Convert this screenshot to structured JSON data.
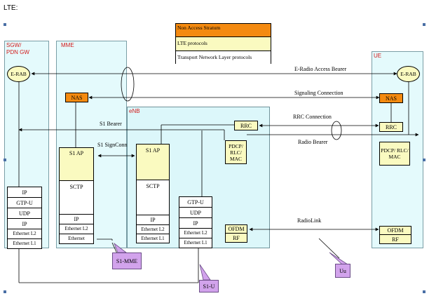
{
  "heading": "LTE:",
  "legend": {
    "nas": "Non Access Stratum",
    "lte": "LTE protocols",
    "tnl": "Transport Network Layer protocols"
  },
  "nodes": {
    "sgw": "SGW/ PDN GW",
    "mme": "MME",
    "enb": "eNB",
    "ue": "UE"
  },
  "colors": {
    "nas_orange": "#f48a10",
    "lte_yellow": "#fafac0",
    "node_cyan": "#e4fafc",
    "callout_purple": "#d2a3ec",
    "label_red": "#d21b1b"
  },
  "sgw": {
    "erab": "E-RAB",
    "stack": [
      "IP",
      "GTP-U",
      "UDP",
      "IP",
      "Ethernet L2",
      "Ethernet L1"
    ]
  },
  "mme": {
    "nas": "NAS",
    "s1ap": "S1 AP",
    "sctp": "SCTP",
    "ip": "IP",
    "eth2": "Ethernet L2",
    "eth": "Ethernet"
  },
  "enb": {
    "s1ap": "S1 AP",
    "sctp": "SCTP",
    "ip": "IP",
    "eth2": "Ethernet L2",
    "eth1": "Ethernet L1",
    "gtp_stack": [
      "GTP-U",
      "UDP",
      "IP",
      "Ethernet L2",
      "Ethernet L1"
    ],
    "rrc": "RRC",
    "pdcp": "PDCP/ RLC/ MAC",
    "ofdm": "OFDM",
    "rf": "RF"
  },
  "ue": {
    "erab": "E-RAB",
    "nas": "NAS",
    "rrc": "RRC",
    "pdcp": "PDCP/ RLC/ MAC",
    "ofdm": "OFDM",
    "rf": "RF"
  },
  "links": {
    "erab_bearer": "E-Radio Access Bearer",
    "signaling": "Signaling Connection",
    "rrc_conn": "RRC Connection",
    "s1_bearer": "S1 Bearer",
    "radio_bearer": "Radio Bearer",
    "s1_signconn": "S1 SignConn",
    "radiolink": "RadioLink"
  },
  "callouts": {
    "s1mme": "S1-MME",
    "s1u": "S1-U",
    "uu": "Uu"
  }
}
